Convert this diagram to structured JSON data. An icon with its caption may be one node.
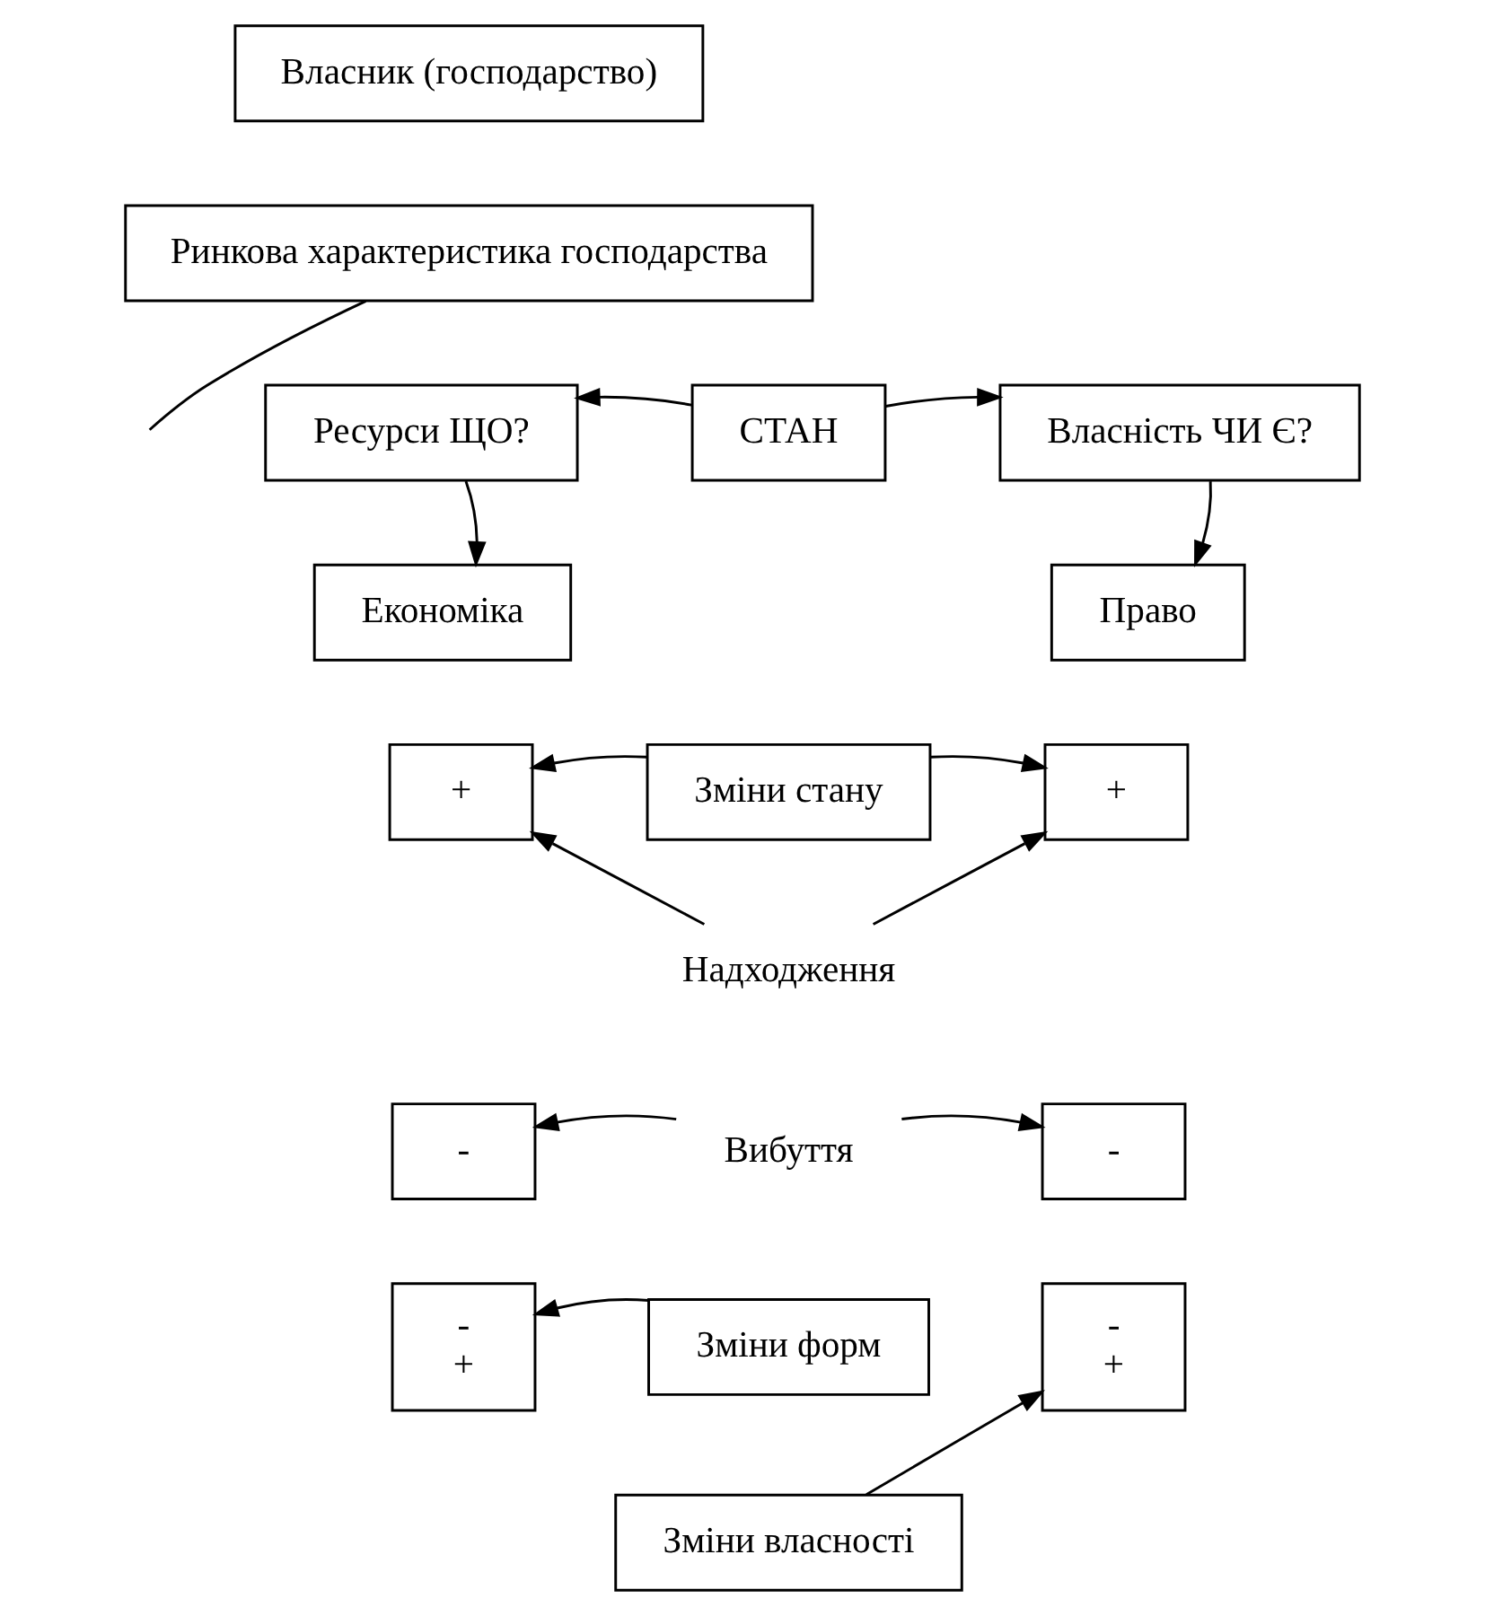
{
  "diagram": {
    "nodes": [
      {
        "text": [
          "Власник (господарство)"
        ]
      },
      {
        "text": [
          "Ринкова характеристика господарства"
        ]
      },
      {
        "text": [
          "Ресурси ЩО?"
        ]
      },
      {
        "text": [
          "СТАН"
        ]
      },
      {
        "text": [
          "Власність ЧИ Є?"
        ]
      },
      {
        "text": [
          "Економіка"
        ]
      },
      {
        "text": [
          "Право"
        ]
      },
      {
        "text": [
          "+"
        ]
      },
      {
        "text": [
          "Зміни стану"
        ]
      },
      {
        "text": [
          "+"
        ]
      },
      {
        "text": [
          "Надходження"
        ]
      },
      {
        "text": [
          "-"
        ]
      },
      {
        "text": [
          "Вибуття"
        ]
      },
      {
        "text": [
          "-"
        ]
      },
      {
        "text": [
          "Зміни форм"
        ]
      },
      {
        "text": [
          "-",
          "+"
        ]
      },
      {
        "text": [
          "Зміни власності"
        ]
      },
      {
        "text": [
          "-",
          "+"
        ]
      }
    ],
    "edges": [
      {
        "from": 1,
        "to": null,
        "arrow": "none"
      },
      {
        "from": 3,
        "to": 2,
        "arrow": "to"
      },
      {
        "from": 3,
        "to": 4,
        "arrow": "to"
      },
      {
        "from": 2,
        "to": 5,
        "arrow": "to"
      },
      {
        "from": 4,
        "to": 6,
        "arrow": "to"
      },
      {
        "from": 8,
        "to": 7,
        "arrow": "to"
      },
      {
        "from": 8,
        "to": 9,
        "arrow": "to"
      },
      {
        "from": 10,
        "to": 7,
        "arrow": "to"
      },
      {
        "from": 10,
        "to": 9,
        "arrow": "to"
      },
      {
        "from": 12,
        "to": 11,
        "arrow": "to"
      },
      {
        "from": 12,
        "to": 13,
        "arrow": "to"
      },
      {
        "from": 14,
        "to": 15,
        "arrow": "to"
      },
      {
        "from": 16,
        "to": 17,
        "arrow": "to"
      }
    ]
  }
}
